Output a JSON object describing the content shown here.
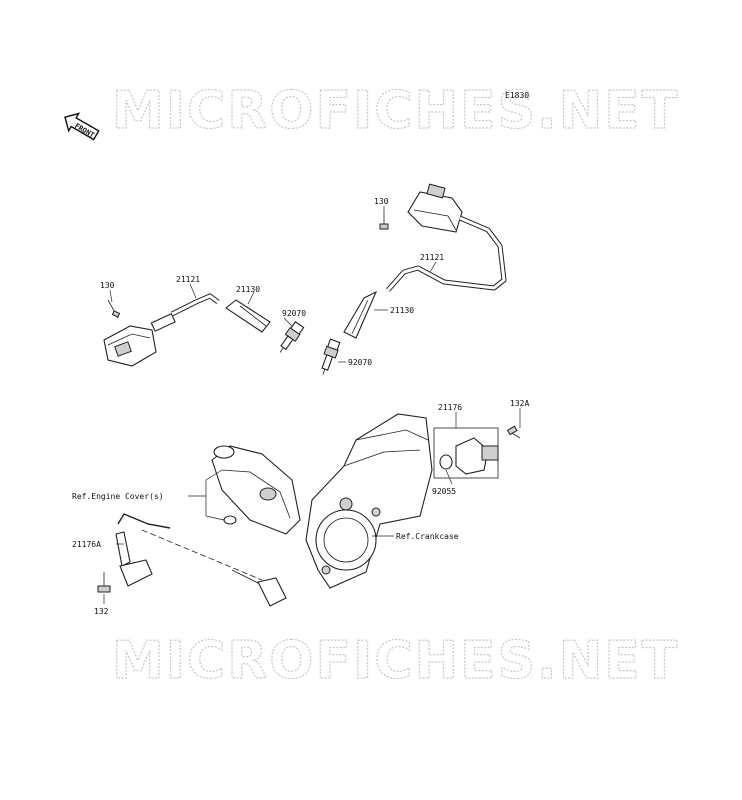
{
  "diagram_id": "E1830",
  "watermark": "MICROFICHES.NET",
  "front_label": "FRONT",
  "labels": {
    "p130_a": "130",
    "p21121_a": "21121",
    "p21130_a": "21130",
    "p92070_a": "92070",
    "p130_b": "130",
    "p21121_b": "21121",
    "p21130_b": "21130",
    "p92070_b": "92070",
    "p21176": "21176",
    "p132A": "132A",
    "p92055": "92055",
    "ref_engine_cover": "Ref.Engine Cover(s)",
    "ref_crankcase": "Ref.Crankcase",
    "p21176A": "21176A",
    "p132": "132"
  }
}
